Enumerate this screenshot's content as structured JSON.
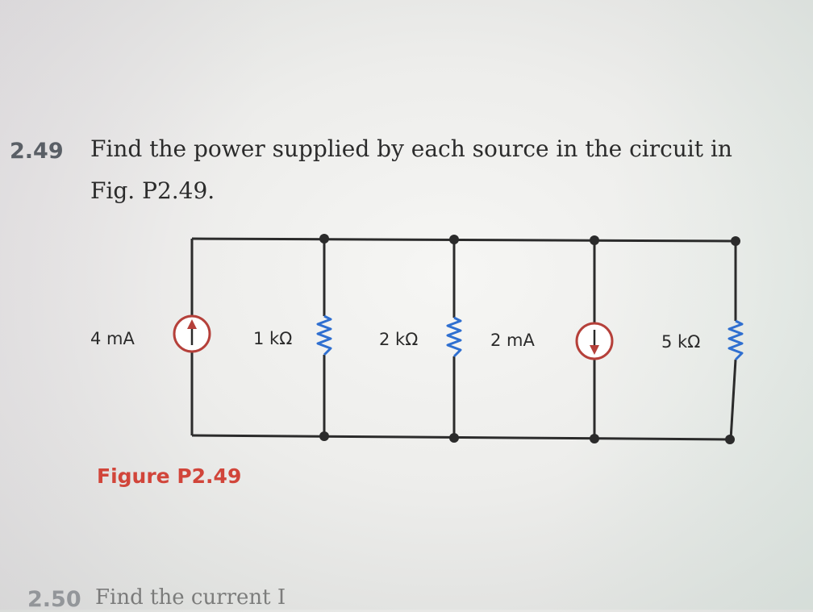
{
  "problem_249": {
    "number": "2.49",
    "line1": "Find the power supplied by each source in the circuit in",
    "line2": "Fig. P2.49."
  },
  "figure": {
    "caption": "Figure P2.49",
    "components": {
      "source1": {
        "label": "4 mA",
        "direction": "up"
      },
      "r1": {
        "label": "1 kΩ"
      },
      "r2": {
        "label": "2 kΩ"
      },
      "source2": {
        "label": "2 mA",
        "direction": "down"
      },
      "r3": {
        "label": "5 kΩ"
      }
    },
    "colors": {
      "wire": "#2b2b2b",
      "resistor": "#2f6fd0",
      "source_circle": "#b5403a",
      "arrow": "#b5403a",
      "caption": "#d1453a"
    }
  },
  "problem_250": {
    "number": "2.50",
    "text": "Find the current I"
  }
}
